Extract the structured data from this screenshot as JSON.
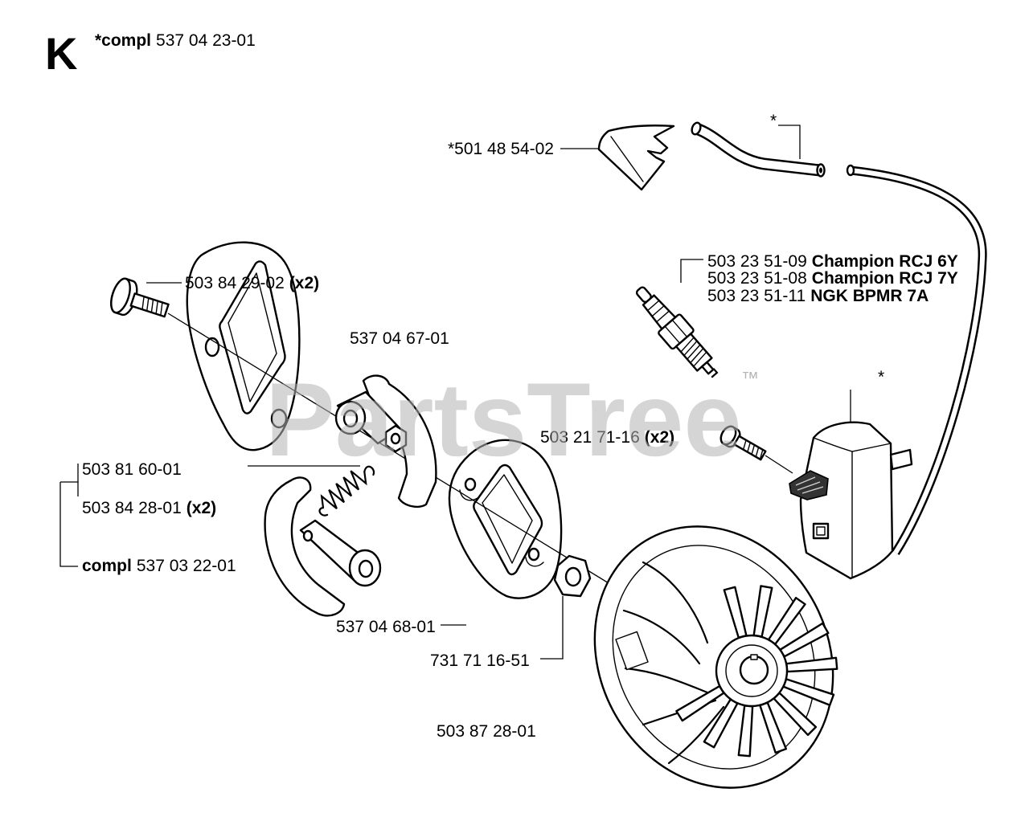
{
  "header": {
    "section_letter": "K",
    "assembly_prefix": "*compl",
    "assembly_number": "537 04 23-01"
  },
  "labels": [
    {
      "number": "*501 48 54-02"
    },
    {
      "number": "503 84 29-02",
      "qty": "(x2)"
    },
    {
      "number": "503 23 51-09",
      "variant": "Champion RCJ 6Y"
    },
    {
      "number": "503 23 51-08",
      "variant": "Champion RCJ 7Y"
    },
    {
      "number": "503 23 51-11",
      "variant": "NGK BPMR 7A"
    },
    {
      "number": "537 04 67-01"
    },
    {
      "number": "503 21 71-16",
      "qty": "(x2)"
    },
    {
      "number": "503 81 60-01"
    },
    {
      "number": "503 84 28-01",
      "qty": "(x2)"
    },
    {
      "prefix": "compl",
      "number": "537 03 22-01"
    },
    {
      "number": "537 04 68-01"
    },
    {
      "number": "731 71 16-51"
    },
    {
      "number": "503 87 28-01"
    }
  ],
  "markers": {
    "hose": "*",
    "ignition_module": "*"
  },
  "watermark": {
    "text": "PartsTree",
    "trademark": "™"
  },
  "colors": {
    "ink": "#000000",
    "paper": "#ffffff",
    "watermark": "#b4b4b4"
  }
}
